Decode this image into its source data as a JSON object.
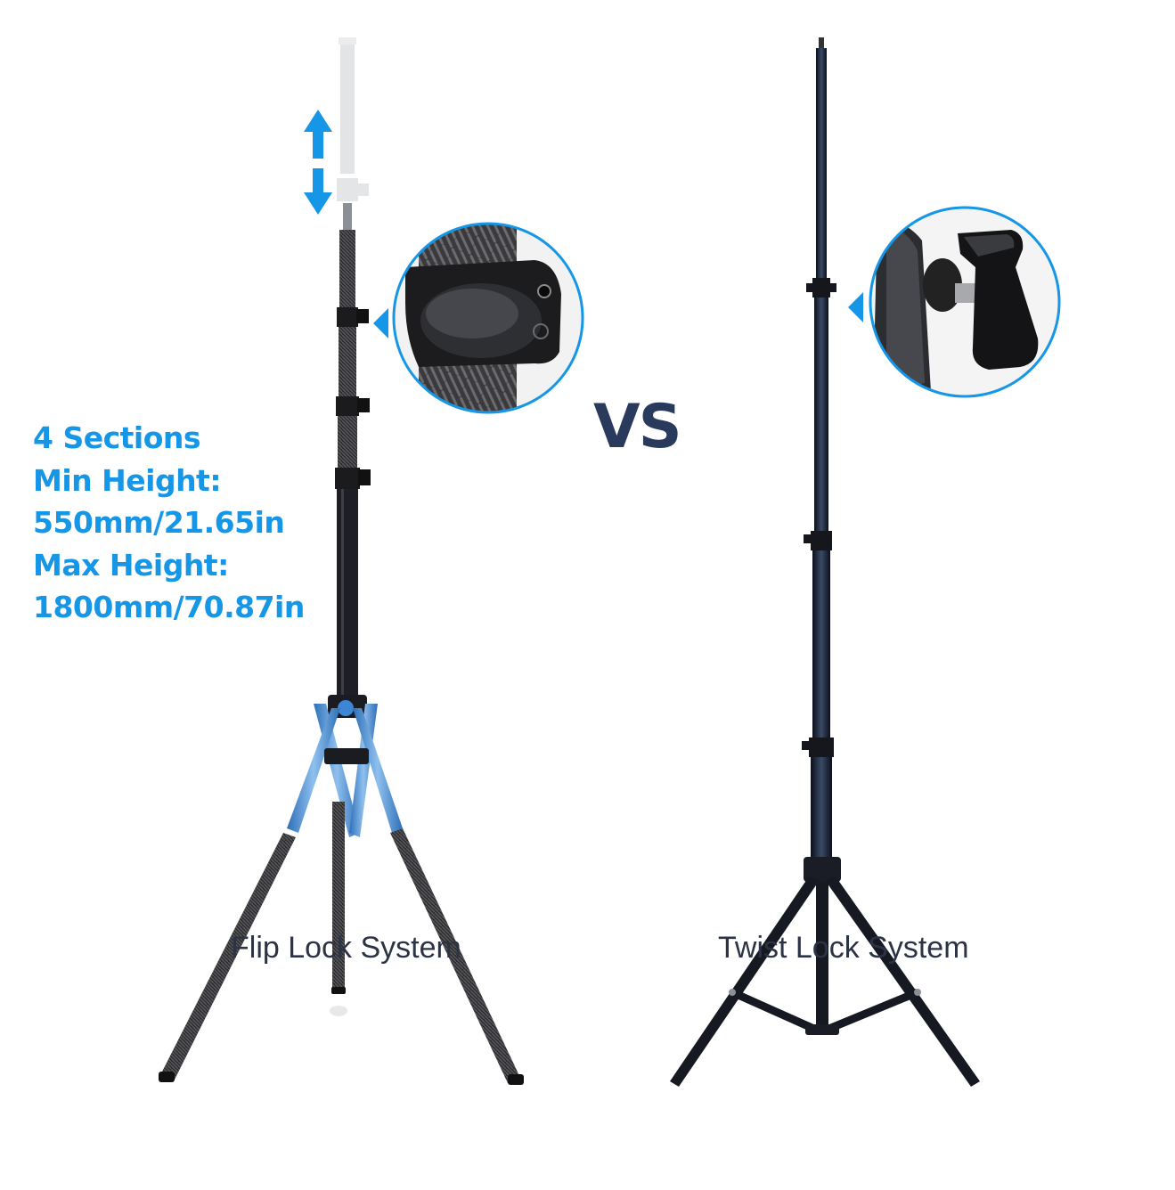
{
  "specs": {
    "sections": "4 Sections",
    "min_label": "Min Height:",
    "min_value": "550mm/21.65in",
    "max_label": "Max Height:",
    "max_value": "1800mm/70.87in"
  },
  "vs_label": "VS",
  "captions": {
    "left": "Flip Lock System",
    "right": "Twist Lock System"
  },
  "colors": {
    "accent_blue": "#1596e6",
    "vs_navy": "#2a3a5c",
    "caption_text": "#2b3344"
  }
}
